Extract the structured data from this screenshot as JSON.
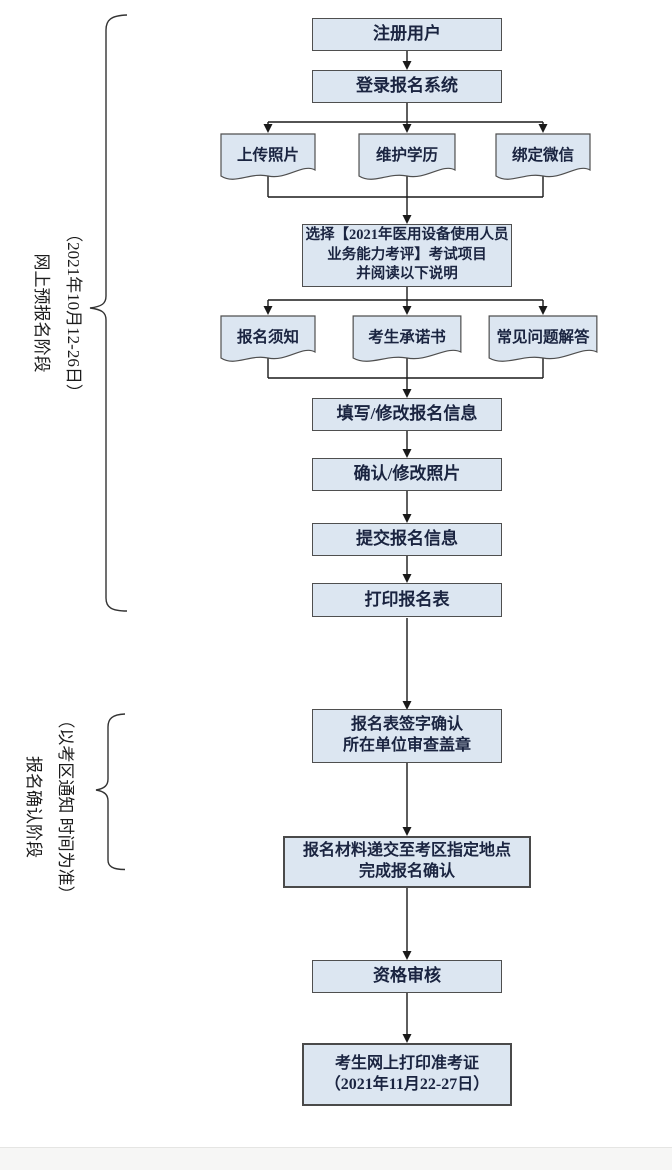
{
  "colors": {
    "box_fill": "#dce6f1",
    "box_border": "#4f4f4f",
    "text": "#1a2440",
    "connector": "#1a1a1a",
    "footer_bar": "#f6f6f5"
  },
  "stages": [
    {
      "date": "（2021年10月12-26日）",
      "name": "网上预报名阶段"
    },
    {
      "date": "（以考区通知 时间为准）",
      "name": "报名确认阶段"
    }
  ],
  "flow": {
    "register": "注册用户",
    "login": "登录报名系统",
    "prep_docs": [
      "上传照片",
      "维护学历",
      "绑定微信"
    ],
    "select_exam": [
      "选择【2021年医用设备使用人员",
      "业务能力考评】考试项目",
      "并阅读以下说明"
    ],
    "info_docs": [
      "报名须知",
      "考生承诺书",
      "常见问题解答"
    ],
    "fill_info": "填写/修改报名信息",
    "confirm_photo": "确认/修改照片",
    "submit_info": "提交报名信息",
    "print_form": "打印报名表",
    "sign_confirm": [
      "报名表签字确认",
      "所在单位审查盖章"
    ],
    "deliver_materials": [
      "报名材料递交至考区指定地点",
      "完成报名确认"
    ],
    "qualification_review": "资格审核",
    "print_ticket": [
      "考生网上打印准考证",
      "（2021年11月22-27日）"
    ]
  }
}
